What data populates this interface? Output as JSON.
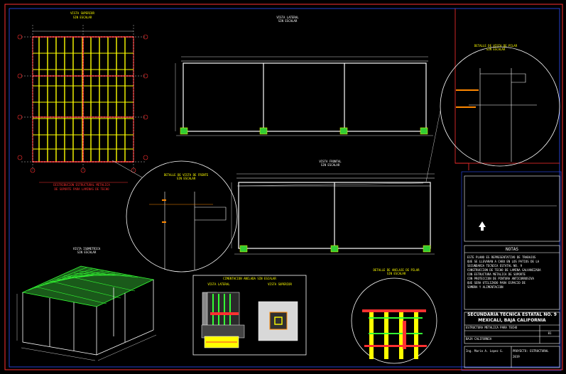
{
  "drawing": {
    "top_view": {
      "title": "VISTA SUPERIOR",
      "subtitle": "SIN ESCALAR",
      "caption_1": "DISTRIBUCION ESTRUCTURAL METALICA",
      "caption_2": "DE SOPORTE PARA LAMINAS DE TECHO"
    },
    "side_view": {
      "title": "VISTA LATERAL",
      "subtitle": "SIN ESCALAR"
    },
    "front_view": {
      "title": "VISTA FRONTAL",
      "subtitle": "SIN ESCALAR"
    },
    "iso_view": {
      "title": "VISTA ISOMETRICA",
      "subtitle": "SIN ESCALAR"
    },
    "anchorage": {
      "title": "CIMENTACION ANCLADA SIN ESCALAR",
      "left_label": "VISTA LATERAL",
      "right_label": "VISTA SUPERIOR"
    },
    "detail_1": {
      "line_1": "DETALLE DE VISTA DE FRENTE",
      "line_2": "SIN ESCALAR"
    },
    "detail_2": {
      "line_1": "DETALLE DE VISTA DE PILAR",
      "line_2": "SIN ESCALAR"
    },
    "detail_3": {
      "line_1": "DETALLE DE ANCLAJE DE PILAR",
      "line_2": "SIN ESCALAR"
    }
  },
  "title_block": {
    "notes_header": "NOTAS",
    "notes": [
      "ESTE PLANO ES REPRESENTATIVO DE TRABAJOS",
      "QUE SE LLEVARAN A CABO EN LOS PATIOS DE LA",
      "SECUNDARIA TECNICA ESTATAL NO. 9",
      "CONSTRUCCION DE TECHO DE LAMINA GALVANIZADA",
      "CON ESTRUCTURA METALICA DE SOPORTE",
      "CON PROTECCION DE PINTURA ANTICORROSIVA",
      "QUE SERA UTILIZADO PARA ESPACIO DE",
      "SOMBRA Y ALIMENTACION"
    ],
    "school_name": "SECUNDARIA TECNICA ESTATAL NO. 9",
    "city": "MEXICALI, BAJA CALIFORNIA",
    "project": "ESTRUCTURA METALICA PARA TECHO",
    "state": "BAJA CALIFORNIA",
    "sheet_code": "01",
    "author_left": "Ing. Mario A. Lopez G.",
    "author_right": "PROYECTO: ESTRUCTURAL",
    "date": "2019"
  },
  "colors": {
    "background": "#000000",
    "frame": "#ff0000",
    "beams": "#ffff00",
    "roof": "#33ff33",
    "lines": "#ffffff",
    "accent": "#ff0000"
  },
  "icons": [
    "north-arrow-icon"
  ]
}
